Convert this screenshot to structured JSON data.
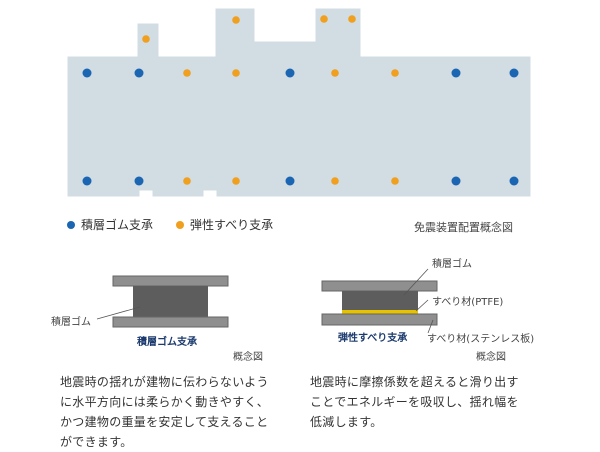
{
  "colors": {
    "floor": "#d1dce3",
    "blue": "#1a66b3",
    "orange": "#f0a01e",
    "plate": "#8f8f8f",
    "rubber": "#5d5d5d",
    "slide": "#e6c300"
  },
  "legend": {
    "rubber": "積層ゴム支承",
    "sliding": "弾性すべり支承",
    "diagram_title": "免震装置配置概念図"
  },
  "left": {
    "callout": "積層ゴム",
    "under_label": "積層ゴム支承",
    "concept": "概念図",
    "description": "地震時の揺れが建物に伝わらないように水平方向には柔らかく動きやすく、かつ建物の重量を安定して支えることができます。"
  },
  "right": {
    "callout_rubber": "積層ゴム",
    "callout_ptfe": "すべり材(PTFE)",
    "callout_stainless": "すべり材(ステンレス板)",
    "under_label": "弾性すべり支承",
    "concept": "概念図",
    "description": "地震時に摩擦係数を超えると滑り出すことでエネルギーを吸収し、揺れ幅を低減します。"
  }
}
